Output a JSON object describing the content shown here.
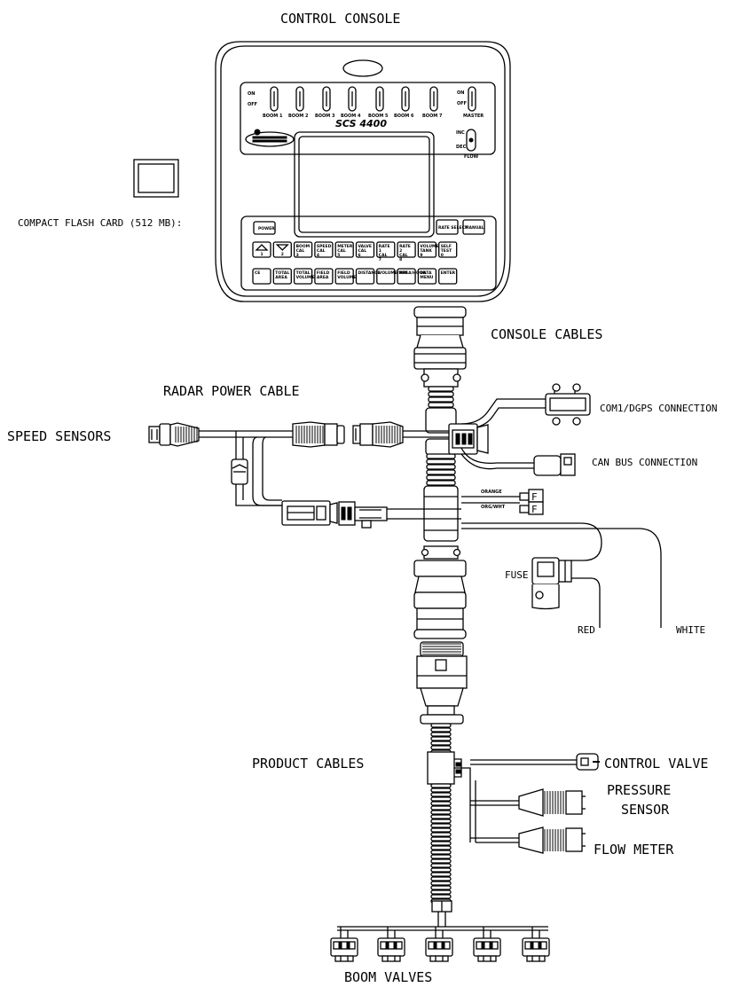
{
  "labels": {
    "control_console": "CONTROL CONSOLE",
    "compact_flash": "COMPACT FLASH CARD (512 MB):",
    "console_cables": "CONSOLE CABLES",
    "radar_power": "RADAR POWER CABLE",
    "speed_sensors": "SPEED SENSORS",
    "com1": "COM1/DGPS CONNECTION",
    "can_bus": "CAN BUS CONNECTION",
    "fuse": "FUSE",
    "red": "RED",
    "white": "WHITE",
    "product_cables": "PRODUCT CABLES",
    "control_valve": "CONTROL VALVE",
    "pressure_1": "PRESSURE",
    "pressure_2": "SENSOR",
    "flow_meter": "FLOW METER",
    "boom_valves": "BOOM VALVES",
    "orange": "ORANGE",
    "org_wht": "ORG/WHT",
    "fuse_f": "F"
  },
  "console": {
    "brand": "SCS 4400",
    "switches": [
      "BOOM 1",
      "BOOM 2",
      "BOOM 3",
      "BOOM 4",
      "BOOM 5",
      "BOOM 6",
      "BOOM 7",
      "MASTER"
    ],
    "on": "ON",
    "off": "OFF",
    "inc": "INC",
    "dec": "DEC",
    "flow": "FLOW",
    "power_key": "POWER",
    "rate_select": "RATE SELECT",
    "manual": "MANUAL",
    "row2_keys": [
      "1",
      "2",
      "BOOM CAL 3",
      "SPEED CAL 4",
      "METER CAL 5",
      "VALVE CAL 6",
      "RATE 1 CAL 7",
      "RATE 2 CAL 8",
      "VOLUME TANK 9",
      "SELF TEST 0"
    ],
    "row3_keys": [
      "CE",
      "TOTAL AREA",
      "TOTAL VOLUME",
      "FIELD AREA",
      "FIELD VOLUME",
      "DISTANCE",
      "VOLUME/MIN",
      "AREA/HOUR",
      "DATA MENU",
      "ENTER"
    ]
  }
}
